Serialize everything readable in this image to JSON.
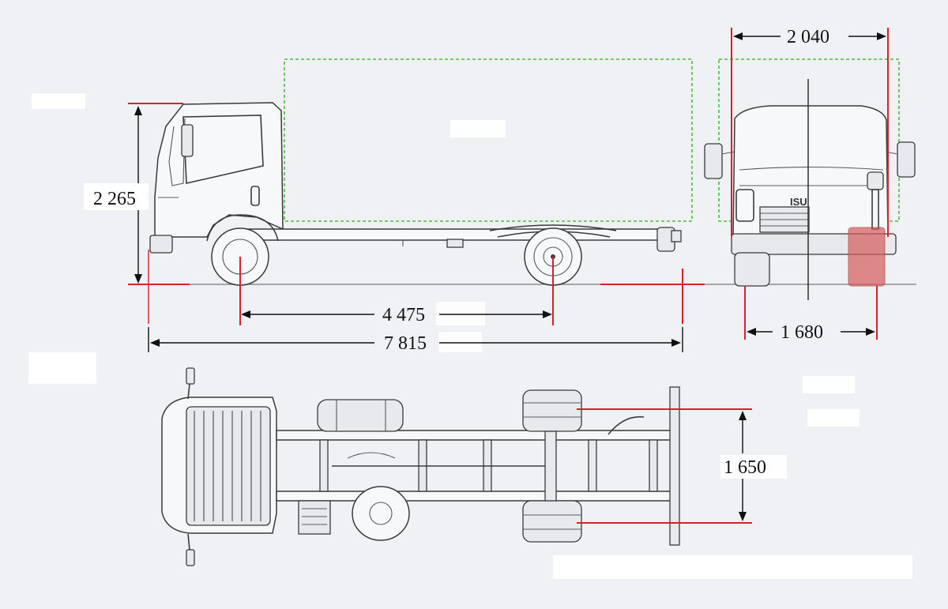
{
  "dimensions": {
    "cab_height": "2 265",
    "overall_width": "2 040",
    "wheelbase": "4 475",
    "overall_length": "7 815",
    "rear_track": "1 680",
    "frame_width": "1 650"
  },
  "badge_text": "ISU",
  "colors": {
    "dimension_lines": "#d8202a",
    "body_outline": "#4cbb3d",
    "drawing": "#3c3c3c"
  }
}
